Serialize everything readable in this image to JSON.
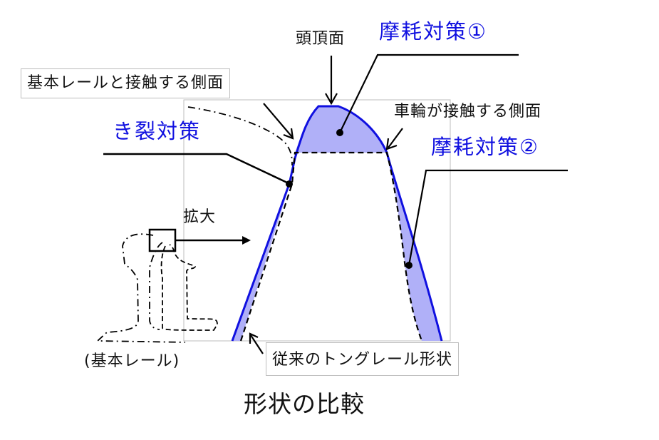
{
  "diagram": {
    "caption": "形状の比較",
    "labels": {
      "crown_surface": "頭頂面",
      "wear_countermeasure_1": "摩耗対策①",
      "stock_rail_contact_side": "基本レールと接触する側面",
      "crack_countermeasure": "き裂対策",
      "wheel_contact_side": "車輪が接触する側面",
      "wear_countermeasure_2": "摩耗対策②",
      "enlarge": "拡大",
      "stock_rail": "(基本レール)",
      "conventional_tongue_rail_shape": "従来のトングレール形状"
    },
    "colors": {
      "new_profile_stroke": "#1010e0",
      "added_area_fill": "#b0b0f8",
      "callout_blue_text": "#1010e0",
      "outline_black": "#000000",
      "frame_gray": "#bdbdbd"
    },
    "legend_semantics": {
      "solid_blue_line": "new tongue rail profile",
      "dashed_black_line": "conventional tongue rail shape",
      "dash_dot_line": "stock rail",
      "blue_fill": "added material (countermeasure areas)"
    }
  }
}
